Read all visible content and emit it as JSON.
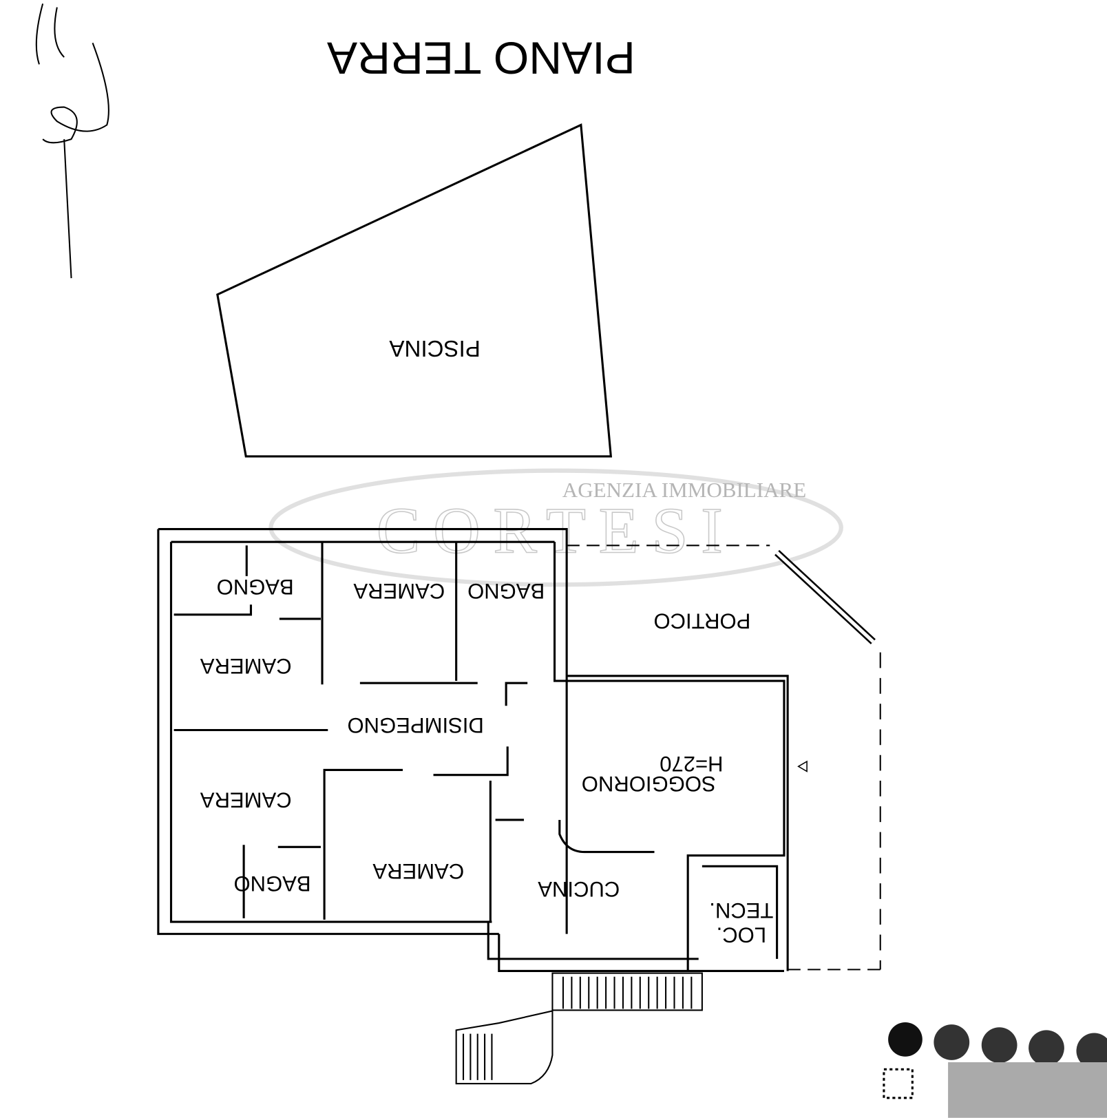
{
  "title": "PIANO TERRA",
  "watermark": {
    "line1": "AGENZIA IMMOBILIARE",
    "line2": "CORTESI"
  },
  "rooms": {
    "pool": "PISCINA",
    "bath_top_left": "BAGNO",
    "bedroom_top_mid": "CAMERA",
    "bath_top_mid": "BAGNO",
    "porch": "PORTICO",
    "bedroom_left_upper": "CAMERA",
    "hallway": "DISIMPEGNO",
    "living": "SOGGIORNO",
    "height": "H=270",
    "bedroom_left_lower": "CAMERA",
    "bath_bottom_left": "BAGNO",
    "bedroom_bottom_mid": "CAMERA",
    "kitchen": "CUCINA",
    "tech_room_1": "LOC.",
    "tech_room_2": "TECN."
  }
}
